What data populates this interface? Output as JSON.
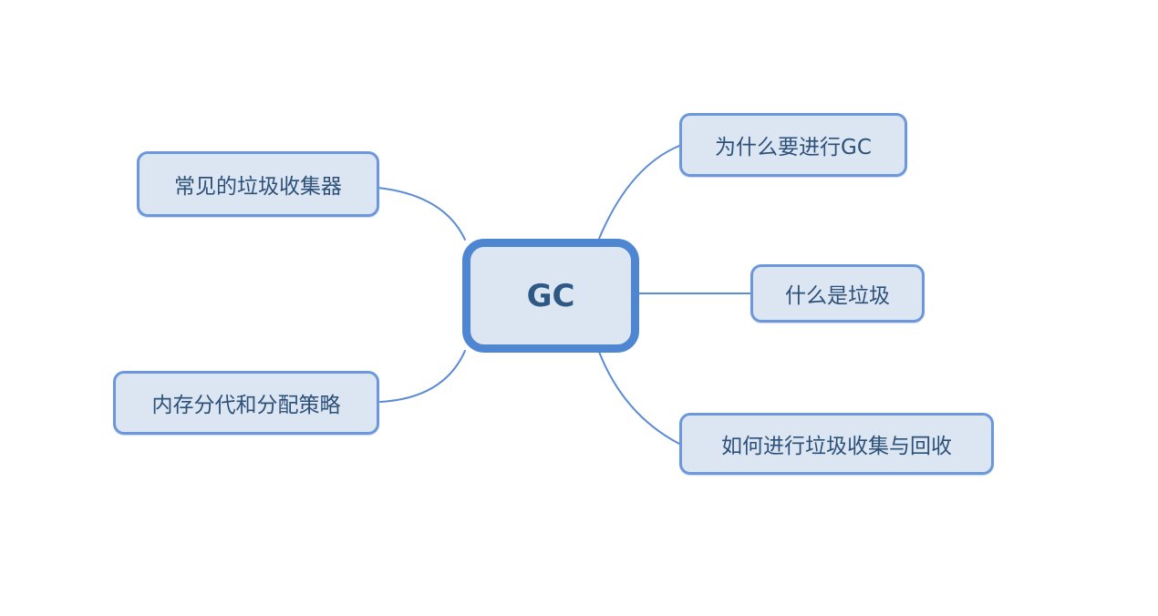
{
  "colors": {
    "bg": "#ffffff",
    "node-fill": "#dce6f3",
    "root-border": "#4e86d2",
    "branch-border": "#6c98db",
    "text": "#2d5079",
    "root-text": "#2e5984",
    "connector": "#5b8bd4"
  },
  "mindmap": {
    "root": {
      "label": "GC"
    },
    "branches": [
      {
        "id": "common-collectors",
        "label": "常见的垃圾收集器"
      },
      {
        "id": "why-gc",
        "label": "为什么要进行GC"
      },
      {
        "id": "what-is-garbage",
        "label": "什么是垃圾"
      },
      {
        "id": "memory-generation",
        "label": "内存分代和分配策略"
      },
      {
        "id": "how-to-collect",
        "label": "如何进行垃圾收集与回收"
      }
    ]
  }
}
